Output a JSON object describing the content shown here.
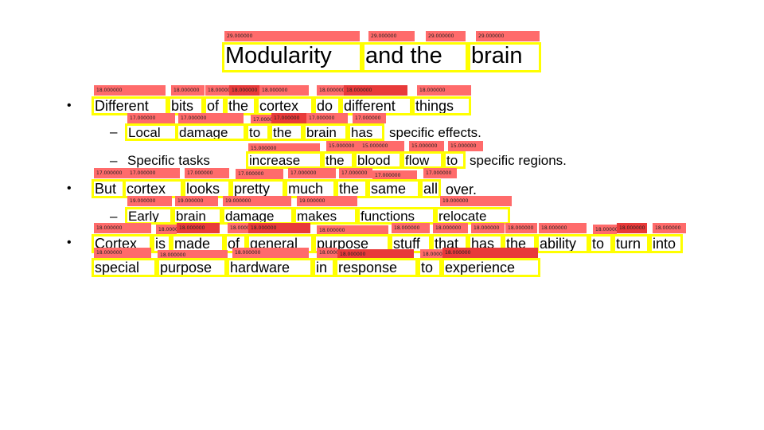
{
  "title_words": [
    "Modularity",
    "and the",
    "brain"
  ],
  "title_tags": [
    "29.000000",
    "29.000000",
    "29.000000",
    "29.000000"
  ],
  "bullets": {
    "b1": {
      "marker": "•",
      "words": [
        "Different",
        "bits",
        "of",
        "the",
        "cortex",
        "do",
        "different",
        "things"
      ]
    },
    "b1_sub1": {
      "marker": "–",
      "words": [
        "Local",
        "damage",
        "to",
        "the",
        "brain",
        "has"
      ],
      "rest": "specific effects."
    },
    "b1_sub2": {
      "marker": "–",
      "lead": "Specific tasks",
      "words": [
        "increase",
        "the",
        "blood",
        "flow",
        "to"
      ],
      "rest": "specific regions."
    },
    "b2": {
      "marker": "•",
      "words": [
        "But",
        "cortex",
        "looks",
        "pretty",
        "much",
        "the",
        "same",
        "all"
      ],
      "rest": "over."
    },
    "b2_sub1": {
      "marker": "–",
      "words": [
        "Early",
        "brain",
        "damage",
        "makes",
        "functions",
        "relocate"
      ]
    },
    "b3": {
      "marker": "•",
      "words": [
        "Cortex",
        "is",
        "made",
        "of",
        "general",
        "purpose",
        "stuff",
        "that",
        "has",
        "the",
        "ability",
        "to",
        "turn",
        "into"
      ]
    },
    "b3_cont": {
      "words": [
        "special",
        "purpose",
        "hardware",
        "in",
        "response",
        "to",
        "experience"
      ]
    }
  },
  "tags": {
    "t18": "18.000000",
    "t17": "17.000000",
    "t19": "19.000000",
    "t15": "15.000000"
  },
  "colors": {
    "word_box": "#ffff00",
    "tag_bg": "#ff6b6b",
    "tag_dark": "#e83a3a"
  }
}
